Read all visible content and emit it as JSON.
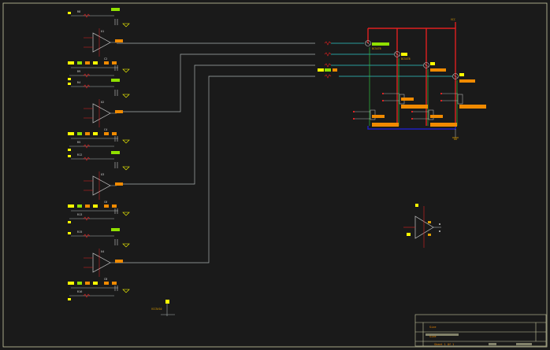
{
  "palette": {
    "background": "#1a1a1a",
    "frame": "#c8c8a0",
    "wire_green": "#30c040",
    "wire_gray": "#a8b0b0",
    "wire_red": "#e02020",
    "wire_blue": "#2020c0",
    "wire_cyan": "#30c8c8",
    "net_yellow": "#ffff00",
    "net_orange": "#f08a00",
    "net_lime": "#90e000",
    "part_gray": "#c8c8c8"
  },
  "labels": {
    "vcc": "VCC",
    "title_block_label": "Size",
    "title_block_value": "Size",
    "title_block_file": "Date",
    "title_block_sheet": "Sheet 1 Of 1",
    "pwr_label": "VCC5V10"
  },
  "channels": [
    {
      "r1": "R8",
      "r2": "R9",
      "r3": "R10",
      "c1": "C2",
      "c2": "C3",
      "u": "U1"
    },
    {
      "r1": "R4",
      "r2": "R5",
      "r3": "R6",
      "c1": "C4",
      "c2": "C5",
      "u": "U2"
    },
    {
      "r1": "R12",
      "r2": "R13",
      "r3": "R14",
      "c1": "C6",
      "c2": "C7",
      "u": "U3"
    },
    {
      "r1": "R15",
      "r2": "R16",
      "r3": "R17",
      "c1": "C8",
      "c2": "C9",
      "u": "U4"
    }
  ],
  "drivers": [
    {
      "r": "R20",
      "q": "Q1",
      "rl": "RL1"
    },
    {
      "r": "R21",
      "q": "Q2",
      "rl": "RL2"
    },
    {
      "r": "R22",
      "q": "Q3",
      "rl": "RL3"
    },
    {
      "r": "R23",
      "q": "Q4",
      "rl": "RL4"
    }
  ]
}
